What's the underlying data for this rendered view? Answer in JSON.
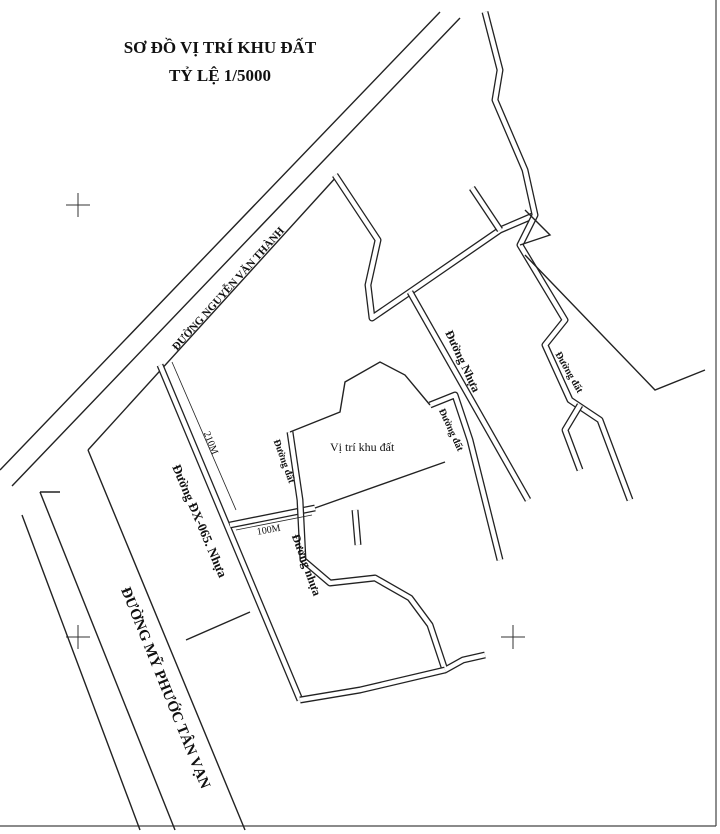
{
  "title": "SƠ ĐỒ VỊ TRÍ KHU ĐẤT",
  "scale": "TỶ LỆ 1/5000",
  "labels": {
    "nguyen_van_thanh": "ĐƯỜNG NGUYỄN VĂN THÀNH",
    "my_phuoc_tan_van": "ĐƯỜNG MỸ PHƯỚC TÂN VẠN",
    "dx065": "Đường ĐX-065. Nhựa",
    "duong_nhua_1": "Đường Nhựa",
    "duong_nhua_2": "Đường nhựa",
    "duong_dat_1": "Đường đất",
    "duong_dat_2": "Đường đất",
    "duong_dat_3": "Đường đất",
    "site": "Vị trí khu đất",
    "dim_210": "210M",
    "dim_100": "100M"
  }
}
